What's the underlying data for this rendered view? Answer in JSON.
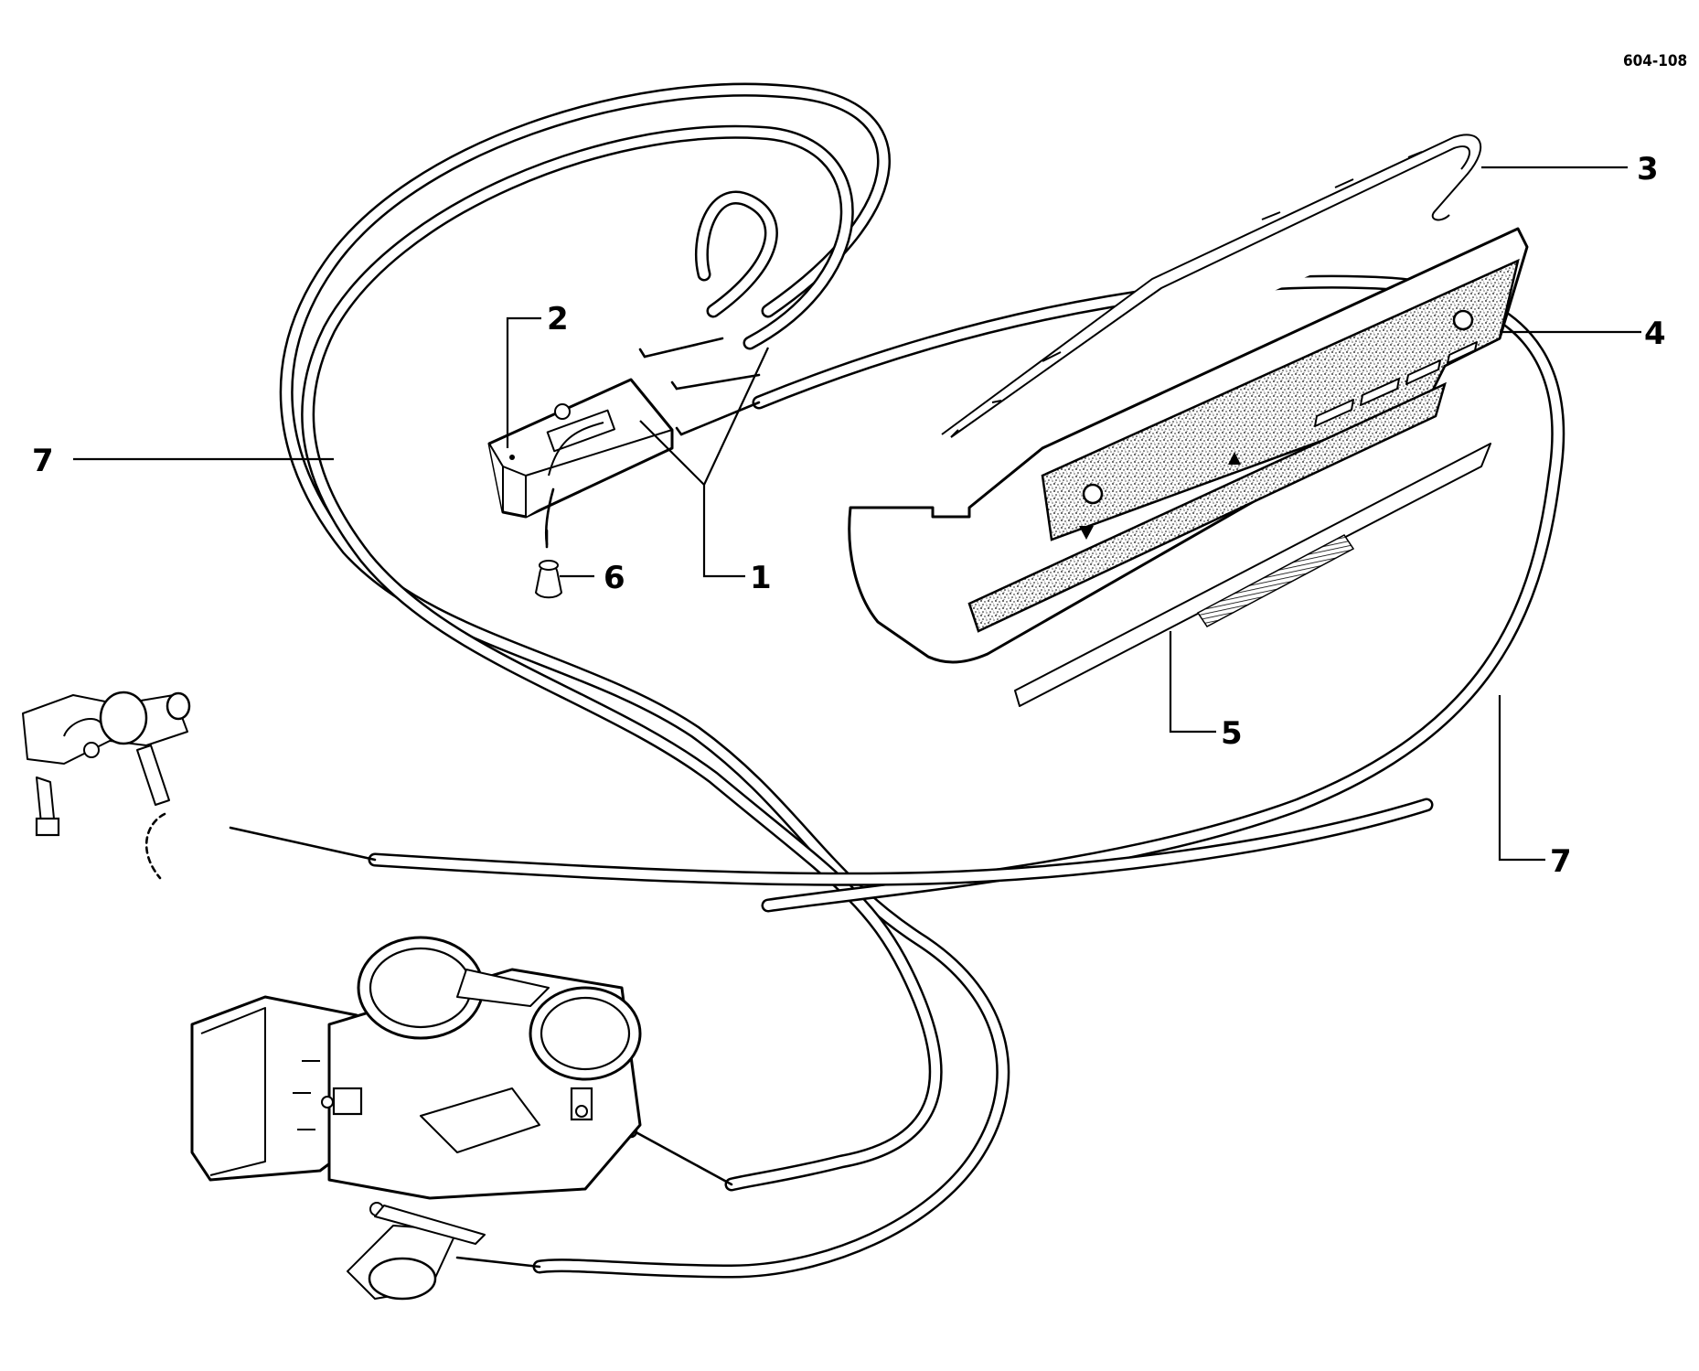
{
  "figure": {
    "reference_code": "604-108",
    "callouts": [
      {
        "label": "1"
      },
      {
        "label": "2"
      },
      {
        "label": "3"
      },
      {
        "label": "4"
      },
      {
        "label": "5"
      },
      {
        "label": "6"
      },
      {
        "label": "7"
      },
      {
        "label": "7"
      }
    ]
  }
}
